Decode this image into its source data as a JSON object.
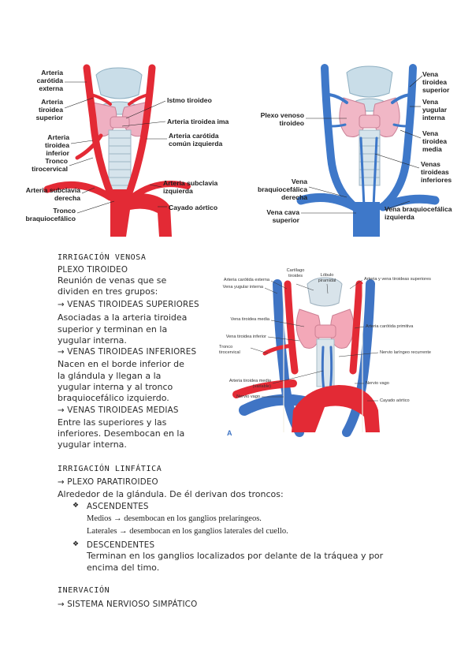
{
  "figure_left": {
    "labels": {
      "ext_carotid": "Arteria\ncarótida\nexterna",
      "sup_thyroid": "Arteria\ntiroidea\nsuperior",
      "inf_thyroid": "Arteria\ntiroidea\ninferior",
      "trunk": "Tronco\ntirocervical",
      "subclavian_right": "Arteria subclavia\nderecha",
      "brachio": "Tronco\nbraquiocefálico",
      "isthmus": "Istmo tiroideo",
      "ima": "Arteria tiroidea ima",
      "common_carotid": "Arteria carótida\ncomún izquierda",
      "subclavian_left": "Arteria subclavia\nizquierda",
      "aortic_arch": "Cayado aórtico"
    }
  },
  "figure_right": {
    "labels": {
      "plexus": "Plexo venoso\ntiroideo",
      "brachio_right": "Vena\nbraquiocefálica\nderecha",
      "cava": "Vena cava\nsuperior",
      "sup_vein": "Vena\ntiroidea\nsuperior",
      "jugular": "Vena\nyugular\ninterna",
      "mid_vein": "Vena\ntiroidea\nmedia",
      "inf_veins": "Venas\ntiroideas\ninferiores",
      "brachio_left": "Vena braquiocefálica\nizquierda"
    }
  },
  "figure_third": {
    "labels": {
      "ext_carotid": "Arteria carótida externa",
      "jugular": "Vena yugular interna",
      "cartilage": "Cartílago\ntiroides",
      "pyramidal": "Lóbulo\npiramidal",
      "sup_art_vein": "Arteria y vena tiroideas superiores",
      "mid_vein": "Vena tiroidea media",
      "common_carotid": "Arteria carótida primitiva",
      "inf_vein": "Vena tiroidea inferior",
      "trunk": "Tronco\ntirocervical",
      "laryngeal": "Nervio laríngeo recurrente",
      "ima": "Arteria tiroidea media\n(variable)",
      "vagus_right": "Nervio vago",
      "vagus_left": "Nervio vago",
      "aortic_arch": "Cayado aórtico",
      "panel_letter": "A"
    }
  },
  "venous": {
    "heading": "IRRIGACIÓN VENOSA",
    "plexus": "PLEXO TIROIDEO",
    "intro_lines": [
      "Reunión de venas que se",
      "dividen en tres grupos:"
    ],
    "sup_title": "→ VENAS TIROIDEAS SUPERIORES",
    "sup_lines": [
      "Asociadas a la arteria tiroidea",
      "superior y terminan en la",
      "yugular interna."
    ],
    "inf_title": "→ VENAS TIROIDEAS INFERIORES",
    "inf_lines": [
      "Nacen en el borde inferior de",
      "la glándula y llegan a la",
      "yugular interna y al tronco",
      "braquiocefálico izquierdo."
    ],
    "mid_title": "→ VENAS TIROIDEAS MEDIAS",
    "mid_lines": [
      "Entre las superiores y las",
      "inferiores. Desembocan en la",
      "yugular interna."
    ]
  },
  "lymph": {
    "heading": "IRRIGACIÓN LINFÁTICA",
    "plexus": "→ PLEXO PARATIROIDEO",
    "intro": "Alrededor de la glándula. De él derivan dos troncos:",
    "asc_title": "ASCENDENTES",
    "asc_lines": [
      "Medios → desembocan en los ganglios prelaríngeos.",
      "Laterales → desembocan en los ganglios laterales del cuello."
    ],
    "desc_title": "DESCENDENTES",
    "desc_lines": [
      "Terminan en los ganglios localizados por delante de la tráquea y por",
      "encima del timo."
    ]
  },
  "innervation": {
    "heading": "INERVACIÓN",
    "system": "→ SISTEMA NERVIOSO SIMPÁTICO"
  }
}
